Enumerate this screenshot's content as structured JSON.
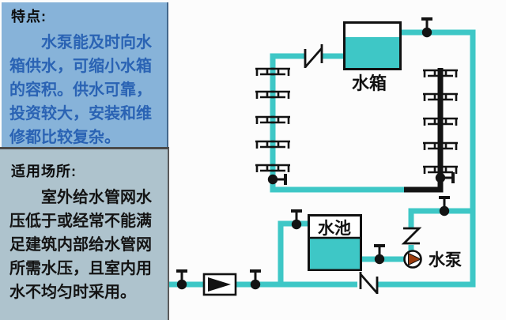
{
  "panels": {
    "features": {
      "heading": "特点:",
      "lines": [
        "水泵能及时向水",
        "箱供水，可缩小水箱",
        "的容积。供水可靠，",
        "投资较大，安装和维",
        "修都比较复杂。"
      ],
      "bg_color": "#87B3D9",
      "text_color": "#2A63B4"
    },
    "usage": {
      "heading": "适用场所:",
      "lines": [
        "室外给水管网水",
        "压低于或经常不能满",
        "足建筑内部给水管网",
        "所需水压，且室内用",
        "水不均匀时采用。"
      ],
      "bg_color": "#AEC3CD",
      "text_color": "#141414"
    }
  },
  "diagram": {
    "labels": {
      "tank": "水箱",
      "pool": "水池",
      "pump": "水泵"
    },
    "colors": {
      "pipe": "#3EC7C6",
      "pipe_dark": "#131313",
      "water": "#3EC7C6",
      "pump_triangle": "#9A3B0C"
    }
  }
}
